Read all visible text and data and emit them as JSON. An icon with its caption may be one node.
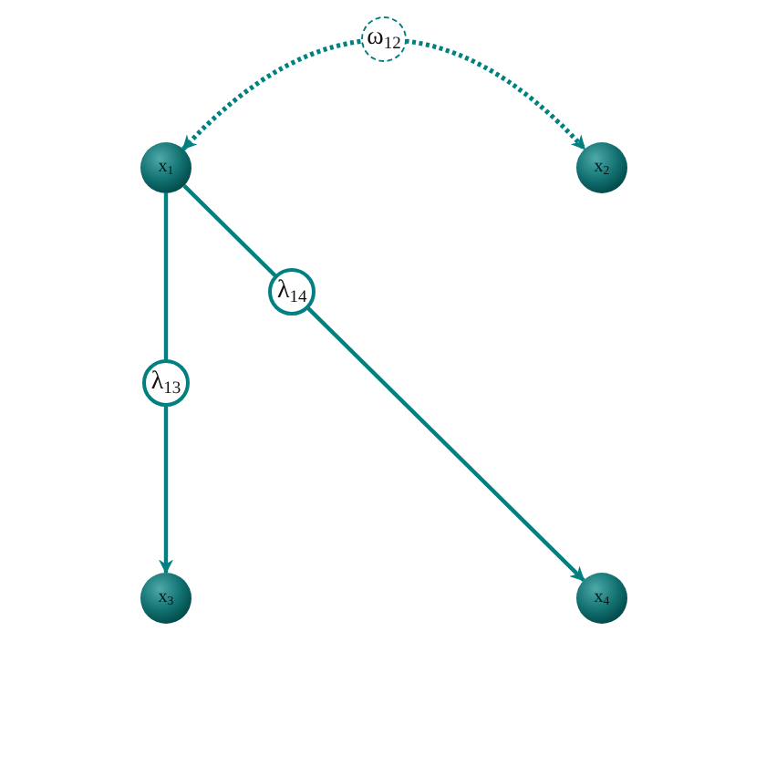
{
  "diagram": {
    "nodes": [
      {
        "text": [
          "x$_{1}$"
        ]
      },
      {
        "text": [
          "x$_{2}$"
        ]
      },
      {
        "text": [
          "x$_{3}$"
        ]
      },
      {
        "text": [
          "x$_{4}$"
        ]
      }
    ],
    "edges": [
      {
        "from": 0,
        "to": 1,
        "arrow": "both",
        "label": "ω$_{12}$",
        "style": "dashed"
      },
      {
        "from": 0,
        "to": 2,
        "arrow": "to",
        "label": "λ$_{13}$"
      },
      {
        "from": 0,
        "to": 3,
        "arrow": "to",
        "label": "λ$_{14}$"
      }
    ]
  }
}
